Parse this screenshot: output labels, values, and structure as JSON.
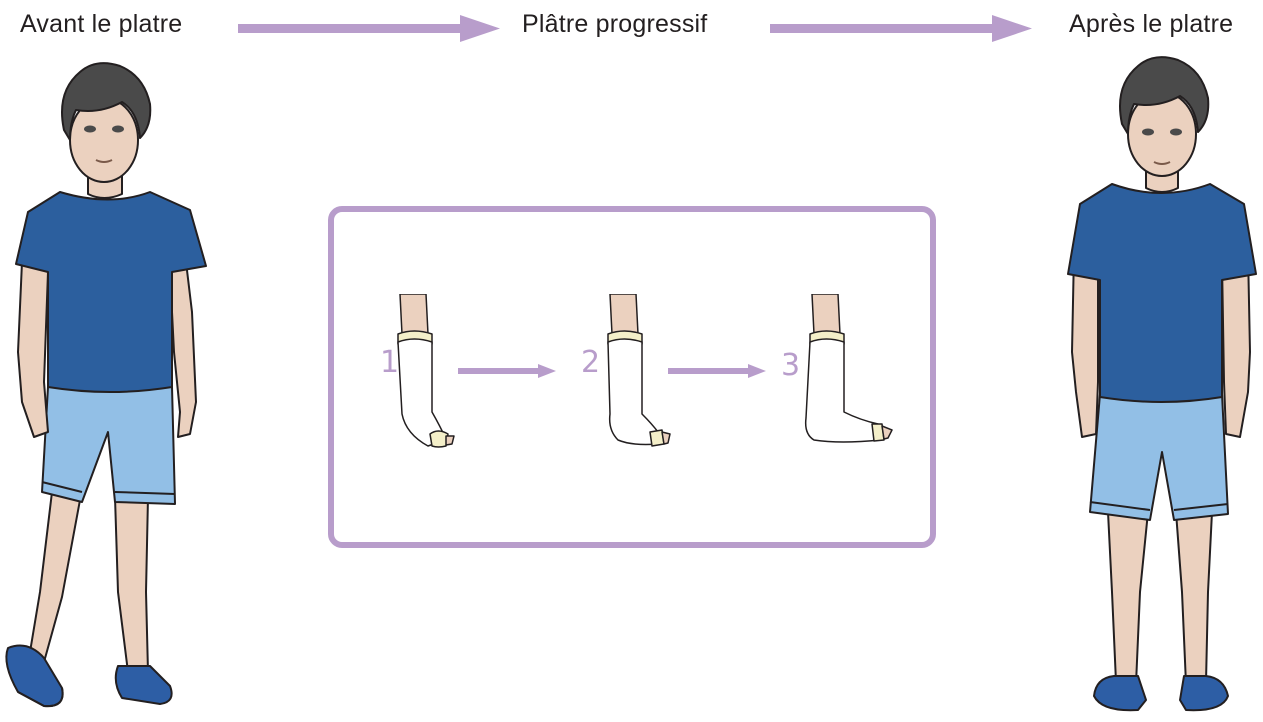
{
  "headings": {
    "before": "Avant le platre",
    "during": "Plâtre progressif",
    "after": "Après le platre"
  },
  "cast_steps": [
    {
      "number": "1",
      "foot_position": "pointed down (equinus)"
    },
    {
      "number": "2",
      "foot_position": "partially corrected"
    },
    {
      "number": "3",
      "foot_position": "flat (neutral)"
    }
  ],
  "colors": {
    "accent_purple": "#b89dcb",
    "shirt_blue": "#2c5f9e",
    "shorts_blue": "#92bfe6",
    "skin": "#ebd1bf",
    "hair": "#4a4a4a",
    "shoe_blue": "#2d5ea5",
    "text": "#231f20"
  }
}
